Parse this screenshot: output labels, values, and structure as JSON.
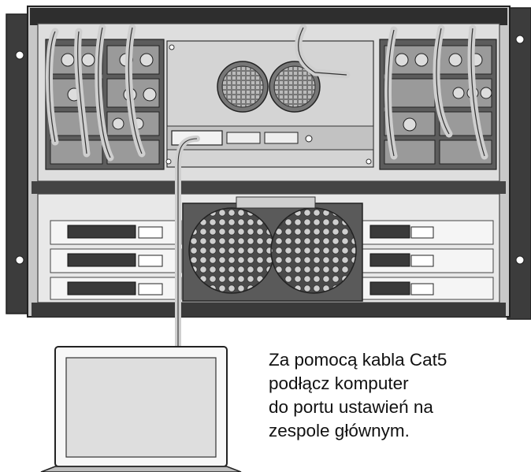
{
  "caption": {
    "lines": [
      "Za pomocą kabla Cat5",
      "podłącz komputer",
      "do portu ustawień na",
      "zespole głównym."
    ]
  },
  "colors": {
    "chassis_dark": "#3a3a3a",
    "panel_light": "#e6e6e6",
    "module_dark": "#5a5a5a",
    "cable": "#dcdcdc",
    "outline": "#222222"
  },
  "icons": [
    "rack-chassis",
    "fan-grille",
    "power-cable",
    "setup-port",
    "laptop-icon"
  ]
}
